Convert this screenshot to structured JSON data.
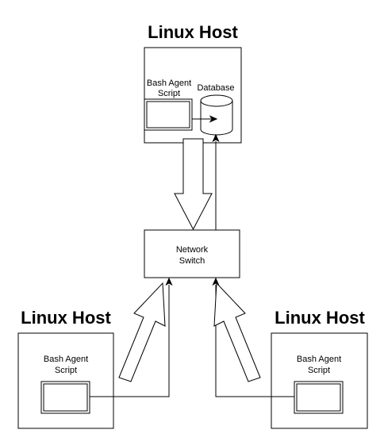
{
  "top_host": {
    "title": "Linux Host",
    "agent_label_line1": "Bash Agent",
    "agent_label_line2": "Script",
    "database_label": "Database"
  },
  "switch": {
    "label_line1": "Network",
    "label_line2": "Switch"
  },
  "left_host": {
    "title": "Linux Host",
    "agent_label_line1": "Bash Agent",
    "agent_label_line2": "Script"
  },
  "right_host": {
    "title": "Linux Host",
    "agent_label_line1": "Bash Agent",
    "agent_label_line2": "Script"
  }
}
